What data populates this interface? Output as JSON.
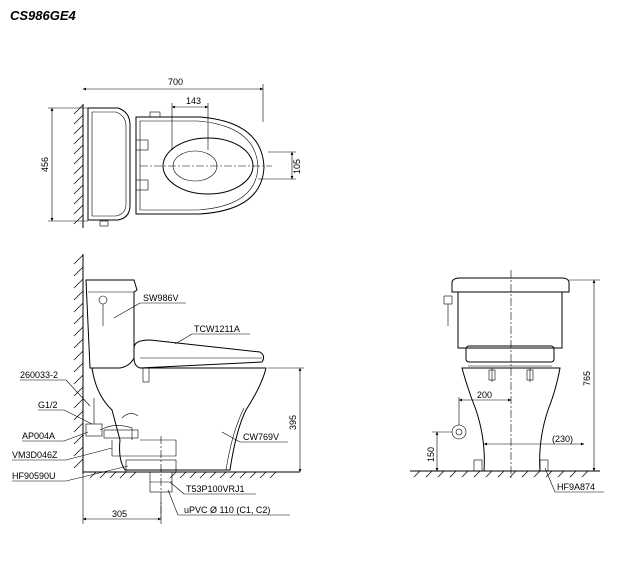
{
  "title": "CS986GE4",
  "top_view": {
    "dims": {
      "overall_length": "700",
      "width": "456",
      "bolt_offset": "143",
      "hole_offset": "105"
    }
  },
  "side_view": {
    "dims": {
      "floor_outlet": "305",
      "seat_height": "395"
    },
    "callouts": {
      "seat": "SW986V",
      "cover": "TCW1211A",
      "bolt": "260033-2",
      "thread": "G1/2",
      "valve": "AP004A",
      "hose": "VM3D046Z",
      "flange": "HF90590U",
      "bowl": "CW769V",
      "adapter": "T53P100VRJ1",
      "pipe": "uPVC Ø 110 (C1, C2)"
    }
  },
  "front_view": {
    "dims": {
      "height": "765",
      "bolt_spacing": "200",
      "supply_height": "150",
      "offset": "(230)"
    },
    "callouts": {
      "fix_kit": "HF9A874"
    }
  }
}
